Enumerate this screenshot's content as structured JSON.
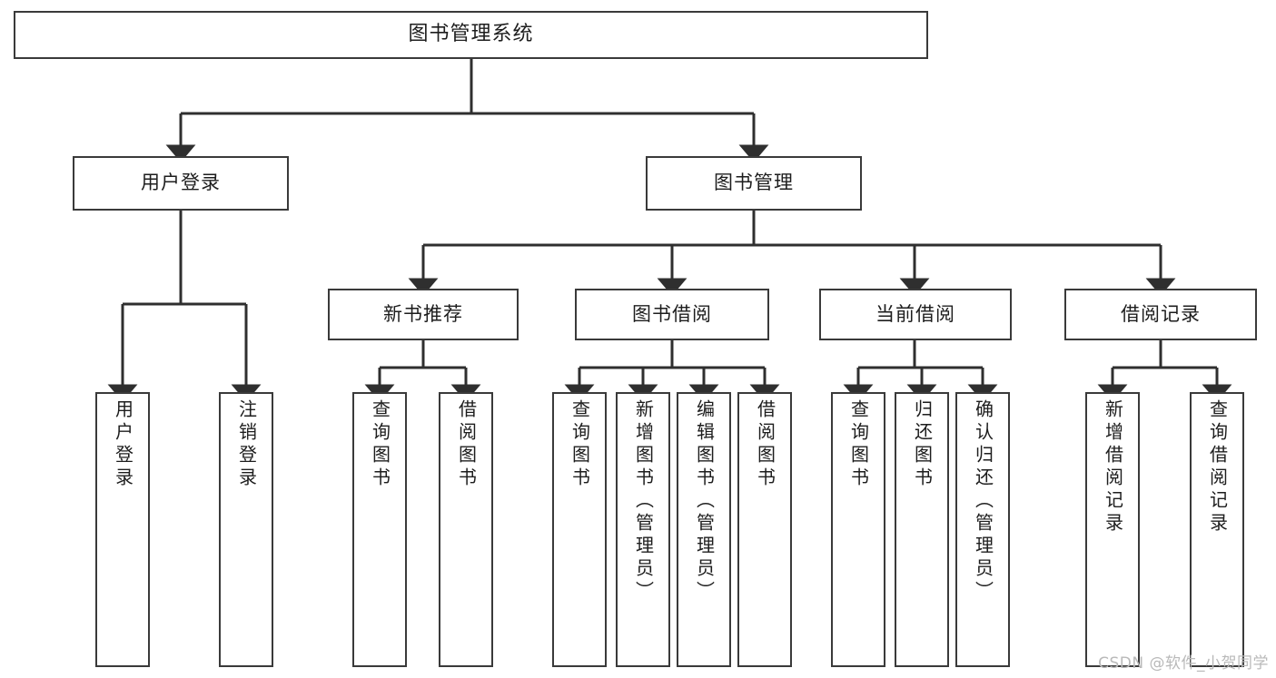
{
  "diagram": {
    "type": "tree",
    "title": "图书管理系统",
    "watermark": "CSDN @软件_小贺同学",
    "colors": {
      "box_border": "#3a3a3a",
      "box_fill": "#ffffff",
      "edge": "#2f2f2f",
      "text": "#1d1d1d",
      "watermark": "#b9b9b9",
      "background": "#ffffff"
    },
    "root": {
      "label": "图书管理系统"
    },
    "level2": [
      {
        "label": "用户登录"
      },
      {
        "label": "图书管理"
      }
    ],
    "level3": [
      {
        "label": "新书推荐"
      },
      {
        "label": "图书借阅"
      },
      {
        "label": "当前借阅"
      },
      {
        "label": "借阅记录"
      }
    ],
    "leaves": [
      {
        "label": "用户登录",
        "parent": "用户登录"
      },
      {
        "label": "注销登录",
        "parent": "用户登录"
      },
      {
        "label": "查询图书",
        "parent": "新书推荐"
      },
      {
        "label": "借阅图书",
        "parent": "新书推荐"
      },
      {
        "label": "查询图书",
        "parent": "图书借阅"
      },
      {
        "label": "新增图书（管理员）",
        "parent": "图书借阅"
      },
      {
        "label": "编辑图书（管理员）",
        "parent": "图书借阅"
      },
      {
        "label": "借阅图书",
        "parent": "图书借阅"
      },
      {
        "label": "查询图书",
        "parent": "当前借阅"
      },
      {
        "label": "归还图书",
        "parent": "当前借阅"
      },
      {
        "label": "确认归还（管理员）",
        "parent": "当前借阅"
      },
      {
        "label": "新增借阅记录",
        "parent": "借阅记录"
      },
      {
        "label": "查询借阅记录",
        "parent": "借阅记录"
      }
    ]
  }
}
